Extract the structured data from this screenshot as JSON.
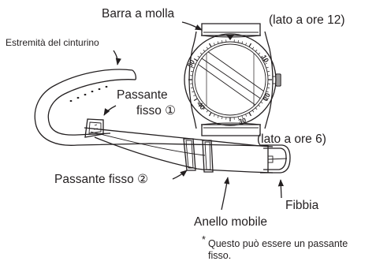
{
  "labels": {
    "spring_bar": "Barra a molla",
    "side_12": "(lato a ore 12)",
    "strap_end": "Estremità del cinturino",
    "fixed_loop_1": "Passante",
    "fixed_loop_1_line2": "fisso ①",
    "side_6": "(lato a ore 6)",
    "fixed_loop_2": "Passante fisso ②",
    "buckle": "Fibbia",
    "movable_ring": "Anello mobile"
  },
  "footnote": {
    "mark": "*",
    "line1": "Questo può essere un passante",
    "line2": "fisso."
  },
  "bezel_numbers": [
    "10",
    "20",
    "30",
    "40",
    "50"
  ]
}
